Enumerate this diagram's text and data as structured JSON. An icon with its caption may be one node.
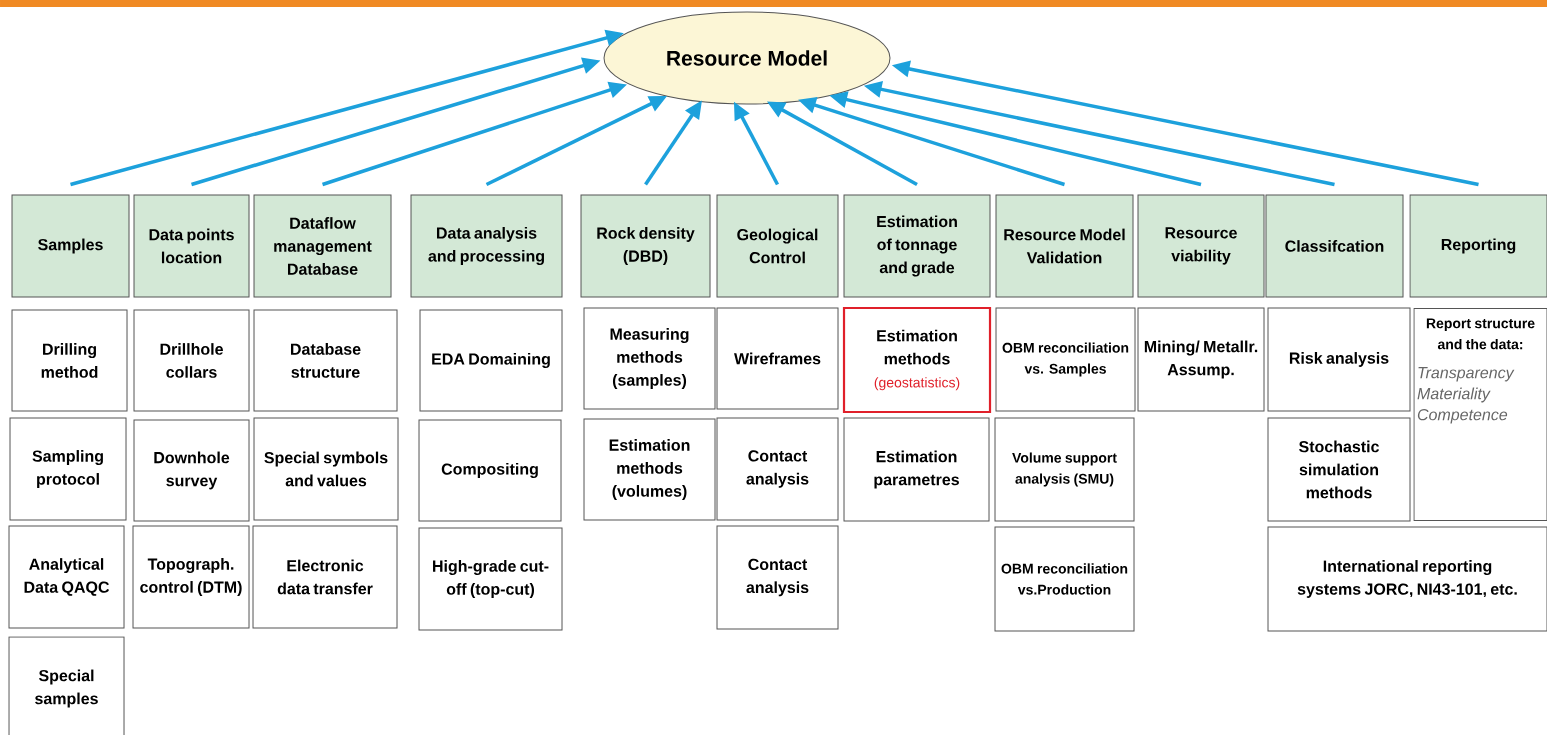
{
  "diagram": {
    "nodes": [
      {
        "text": [
          "Resource Model"
        ]
      },
      {
        "text": [
          "Samples"
        ]
      },
      {
        "text": [
          "Data points location"
        ]
      },
      {
        "text": [
          "Dataflow management Database"
        ]
      },
      {
        "text": [
          "Data analysis and processing"
        ]
      },
      {
        "text": [
          "Rock density (DBD)"
        ]
      },
      {
        "text": [
          "Geological Control"
        ]
      },
      {
        "text": [
          "Estimation of tonnage and grade"
        ]
      },
      {
        "text": [
          "Resource Model Validation"
        ]
      },
      {
        "text": [
          "Resource viability"
        ]
      },
      {
        "text": [
          "Classifcation"
        ]
      },
      {
        "text": [
          "Reporting"
        ]
      },
      {
        "text": [
          "Drilling method"
        ]
      },
      {
        "text": [
          "Drillhole collars"
        ]
      },
      {
        "text": [
          "Database structure"
        ]
      },
      {
        "text": [
          "EDA Domaining"
        ]
      },
      {
        "text": [
          "Measuring methods (samples)"
        ]
      },
      {
        "text": [
          "Wireframes"
        ]
      },
      {
        "text": [
          "Estimation methods",
          "(geostatistics)"
        ]
      },
      {
        "text": [
          "OBM reconciliation vs. Samples"
        ]
      },
      {
        "text": [
          "Mining/ Metallr. Assump."
        ]
      },
      {
        "text": [
          "Risk analysis"
        ]
      },
      {
        "text": [
          "Report structure and the data:",
          "Transparency Materiality Competence"
        ]
      },
      {
        "text": [
          "Sampling protocol"
        ]
      },
      {
        "text": [
          "Downhole survey"
        ]
      },
      {
        "text": [
          "Special symbols and values"
        ]
      },
      {
        "text": [
          "Compositing"
        ]
      },
      {
        "text": [
          "Estimation methods (volumes)"
        ]
      },
      {
        "text": [
          "Contact analysis"
        ]
      },
      {
        "text": [
          "Estimation parametres"
        ]
      },
      {
        "text": [
          "Volume support analysis (SMU)"
        ]
      },
      {
        "text": [
          "Stochastic simulation methods"
        ]
      },
      {
        "text": [
          "Analytical Data QAQC"
        ]
      },
      {
        "text": [
          "Topograph. control (DTM)"
        ]
      },
      {
        "text": [
          "Electronic data transfer"
        ]
      },
      {
        "text": [
          "High-grade cut-off (top-cut)"
        ]
      },
      {
        "text": [
          "Contact analysis"
        ]
      },
      {
        "text": [
          "OBM reconciliation vs.Production"
        ]
      },
      {
        "text": [
          "International reporting systems JORC, NI43-101, etc."
        ]
      },
      {
        "text": [
          "Special samples"
        ]
      }
    ],
    "edges": [
      {
        "from": 1,
        "to": 0,
        "arrow": "to"
      },
      {
        "from": 2,
        "to": 0,
        "arrow": "to"
      },
      {
        "from": 3,
        "to": 0,
        "arrow": "to"
      },
      {
        "from": 4,
        "to": 0,
        "arrow": "to"
      },
      {
        "from": 5,
        "to": 0,
        "arrow": "to"
      },
      {
        "from": 6,
        "to": 0,
        "arrow": "to"
      },
      {
        "from": 7,
        "to": 0,
        "arrow": "to"
      },
      {
        "from": 8,
        "to": 0,
        "arrow": "to"
      },
      {
        "from": 9,
        "to": 0,
        "arrow": "to"
      },
      {
        "from": 10,
        "to": 0,
        "arrow": "to"
      },
      {
        "from": 11,
        "to": 0,
        "arrow": "to"
      }
    ]
  }
}
